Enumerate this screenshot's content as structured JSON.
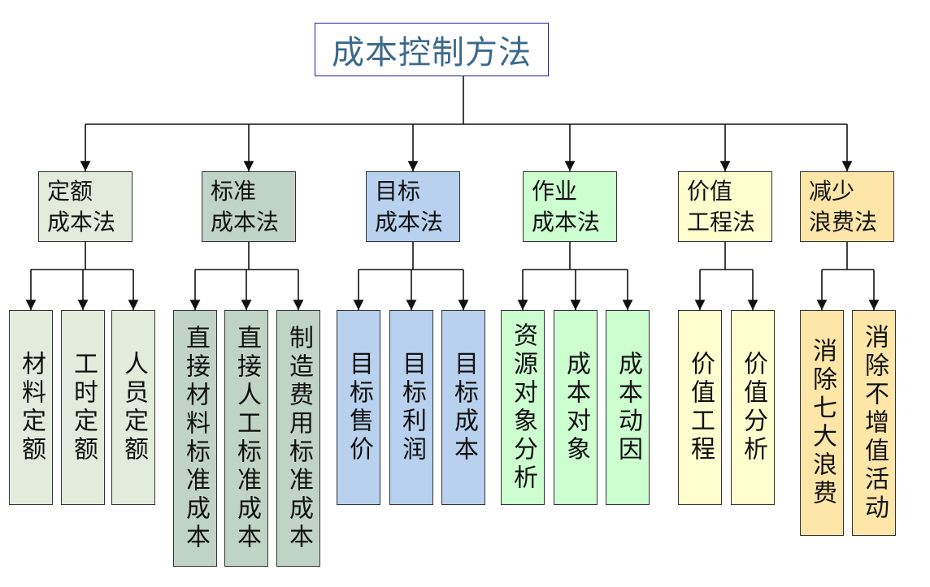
{
  "root": {
    "title": "成本控制方法"
  },
  "methods": [
    {
      "label_line1": "定额",
      "label_line2": "成本法",
      "color": "#e2ebdc",
      "children": [
        "材料定额",
        "工时定额",
        "人员定额"
      ]
    },
    {
      "label_line1": "标准",
      "label_line2": "成本法",
      "color": "#c0d3c7",
      "children": [
        "直接材料标准成本",
        "直接人工标准成本",
        "制造费用标准成本"
      ]
    },
    {
      "label_line1": "目标",
      "label_line2": "成本法",
      "color": "#b7d1ee",
      "children": [
        "目标售价",
        "目标利润",
        "目标成本"
      ]
    },
    {
      "label_line1": "作业",
      "label_line2": "成本法",
      "color": "#ccfecf",
      "children": [
        "资源对象分析",
        "成本对象",
        "成本动因"
      ]
    },
    {
      "label_line1": "价值",
      "label_line2": "工程法",
      "color": "#fefece",
      "children": [
        "价值工程",
        "价值分析"
      ]
    },
    {
      "label_line1": "减少",
      "label_line2": "浪费法",
      "color": "#fee6a8",
      "children": [
        "消除七大浪费",
        "消除不增值活动"
      ]
    }
  ]
}
